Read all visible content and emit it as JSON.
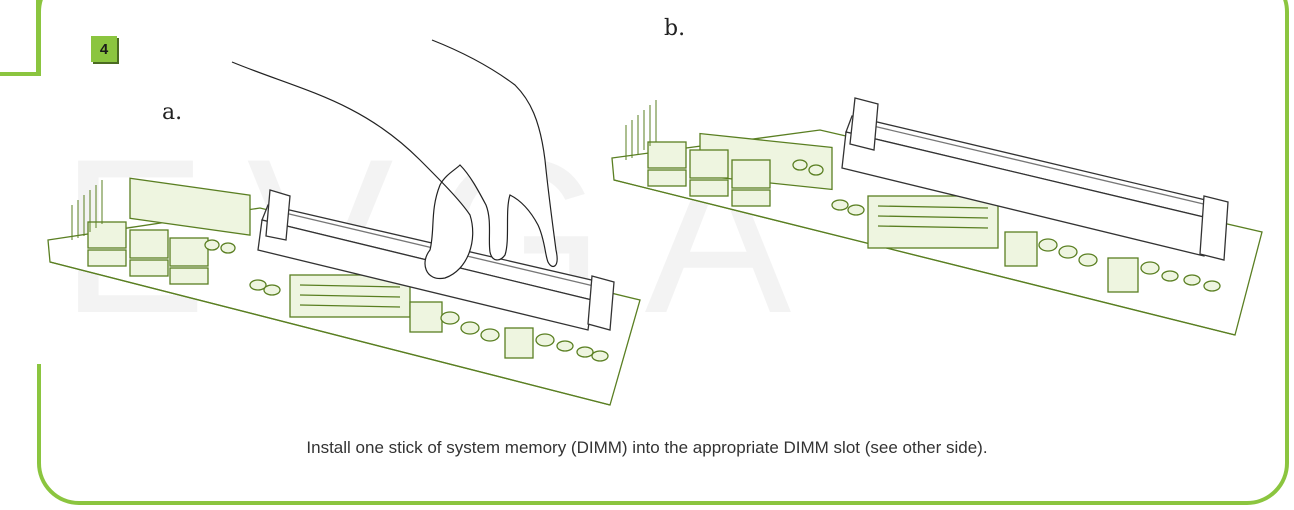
{
  "step": {
    "number": "4"
  },
  "panels": {
    "a_label": "a.",
    "b_label": "b."
  },
  "caption": "Install one stick of system memory (DIMM) into the appropriate DIMM slot (see other side).",
  "watermark": "EVGA",
  "colors": {
    "accent": "#8bc53f",
    "line": "#5a7f22",
    "text": "#333333"
  },
  "icons": {
    "hand": "hand-icon",
    "motherboard": "motherboard-icon",
    "dimm": "dimm-module-icon"
  }
}
